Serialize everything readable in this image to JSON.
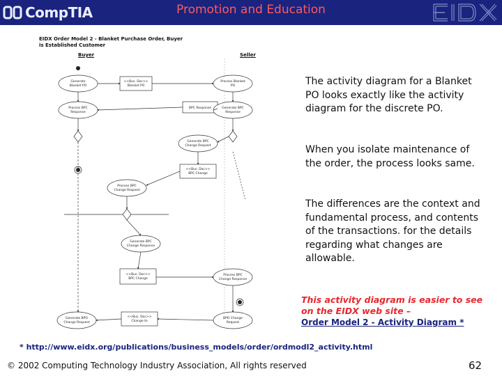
{
  "header": {
    "logo_left_text": "CompTIA",
    "title": "Promotion and Education",
    "logo_right_text": "EIDX"
  },
  "diagram": {
    "heading_line1": "EIDX Order Model 2 - Blanket Purchase Order, Buyer",
    "heading_line2": "is Established Customer",
    "buyer_label": "Buyer",
    "seller_label": "Seller"
  },
  "body": {
    "p1": "The activity diagram for a Blanket PO looks exactly like the activity diagram for the discrete PO.",
    "p2": "When you isolate maintenance of the order, the process looks same.",
    "p3": "The differences are the context and fundamental process, and contents of the transactions. for the details regarding what changes are allowable."
  },
  "note": {
    "red_line1": "This activity diagram is easier to see",
    "red_line2": "on the EIDX web site –",
    "link": "Order Model 2 - Activity Diagram *",
    "url": "* http://www.eidx.org/publications/business_models/order/ordmodl2_activity.html"
  },
  "footer": {
    "copyright": "© 2002 Computing Technology Industry Association, All rights reserved",
    "page_number": "62"
  },
  "colors": {
    "header_bg": "#1a237e",
    "title": "#ff5a5a",
    "red_note": "#e8262c",
    "link": "#1a237e"
  }
}
